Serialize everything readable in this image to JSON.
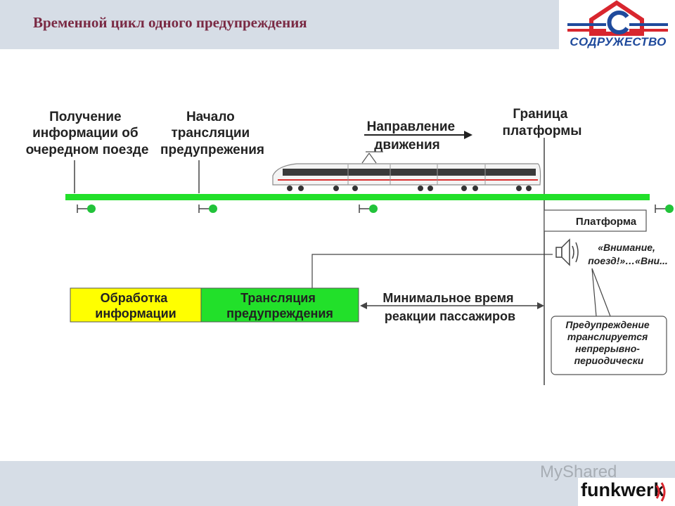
{
  "header": {
    "title": "Временной цикл одного предупреждения"
  },
  "logo": {
    "text": "СОДРУЖЕСТВО",
    "icon": "house-c-logo-icon"
  },
  "diagram": {
    "labels": {
      "receive_info": [
        "Получение",
        "информации об",
        "очередном поезде"
      ],
      "broadcast_start": [
        "Начало",
        "трансляции",
        "предупрежения"
      ],
      "direction": [
        "Направление",
        "движения"
      ],
      "platform_edge": [
        "Граница",
        "платформы"
      ],
      "platform": "Платформа",
      "announcement": [
        "«Внимание,",
        "поезд!»…«Вни..."
      ],
      "processing": [
        "Обработка",
        "информации"
      ],
      "broadcasting": [
        "Трансляция",
        "предупреждения"
      ],
      "min_reaction": [
        "Минимальное время",
        "реакции пассажиров"
      ],
      "callout": [
        "Предупреждение",
        "транслируется",
        "непрерывно-",
        "периодически"
      ]
    },
    "colors": {
      "track": "#22e02a",
      "processing": "#ffff00",
      "broadcasting": "#22e02a",
      "signal": "#22c33a"
    }
  },
  "footer": {
    "watermark": "MyShared",
    "brand": "funkwerk"
  }
}
